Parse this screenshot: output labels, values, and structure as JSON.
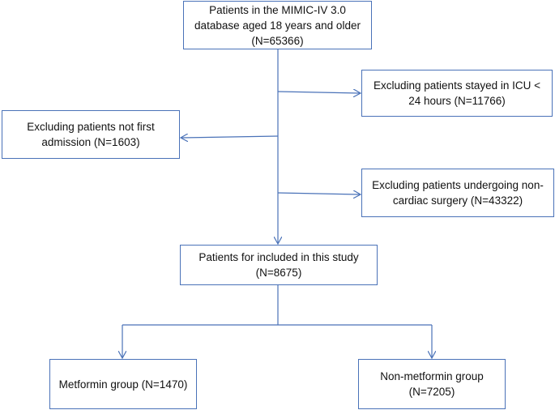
{
  "boxes": {
    "start": "Patients in the MIMIC-IV 3.0 database aged 18 years and older (N=65366)",
    "exclude_icu": "Excluding patients stayed in ICU < 24 hours (N=11766)",
    "exclude_first": "Excluding patients not first admission (N=1603)",
    "exclude_surgery": "Excluding patients undergoing non-cardiac surgery (N=43322)",
    "included": "Patients for included in this study (N=8675)",
    "metformin": "Metformin group (N=1470)",
    "non_metformin": "Non-metformin group (N=7205)"
  },
  "colors": {
    "line": "#4a72b8",
    "border": "#4a72b8"
  }
}
